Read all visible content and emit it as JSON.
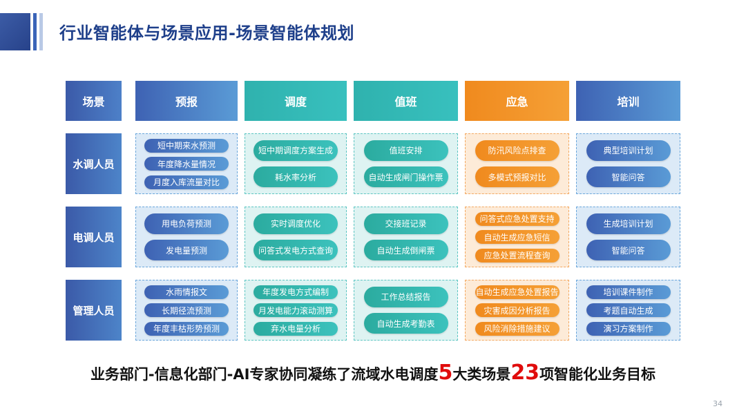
{
  "title": "行业智能体与场景应用-场景智能体规划",
  "headers": {
    "scene": "场景",
    "forecast": "预报",
    "dispatch": "调度",
    "duty": "值班",
    "emergency": "应急",
    "training": "培训"
  },
  "rows": [
    {
      "label": "水调人员",
      "forecast": [
        "短中期来水预测",
        "年度降水量情况",
        "月度入库流量对比"
      ],
      "dispatch": [
        "短中期调度方案生成",
        "耗水率分析"
      ],
      "duty": [
        "值班安排",
        "自动生成闸门操作票"
      ],
      "emergency": [
        "防汛风险点排查",
        "多模式预报对比"
      ],
      "training": [
        "典型培训计划",
        "智能问答"
      ]
    },
    {
      "label": "电调人员",
      "forecast": [
        "用电负荷预测",
        "发电量预测"
      ],
      "dispatch": [
        "实时调度优化",
        "问答式发电方式查询"
      ],
      "duty": [
        "交接班记录",
        "自动生成倒闸票"
      ],
      "emergency": [
        "问答式应急处置支持",
        "自动生成应急短信",
        "应急处置流程查询"
      ],
      "training": [
        "生成培训计划",
        "智能问答"
      ]
    },
    {
      "label": "管理人员",
      "forecast": [
        "水雨情报文",
        "长期径流预测",
        "年度丰枯形势预测"
      ],
      "dispatch": [
        "年度发电方式编制",
        "月发电能力滚动测算",
        "弃水电量分析"
      ],
      "duty": [
        "工作总结报告",
        "自动生成考勤表"
      ],
      "emergency": [
        "自动生成应急处置报告",
        "灾害成因分析报告",
        "风险消除措施建议"
      ],
      "training": [
        "培训课件制作",
        "考题自动生成",
        "演习方案制作"
      ]
    }
  ],
  "bottom": {
    "prefix": "业务部门-信息化部门-AI专家协同凝练了流域水电调度",
    "num1": "5",
    "middle": "大类场景",
    "num2": "23",
    "suffix": "项智能化业务目标"
  },
  "page_number": "34",
  "colors": {
    "title": "#1e3f8a",
    "blue": "#3e62b3",
    "teal": "#2fb2ae",
    "orange": "#f08a1e",
    "highlight_red": "#e00c0c"
  }
}
